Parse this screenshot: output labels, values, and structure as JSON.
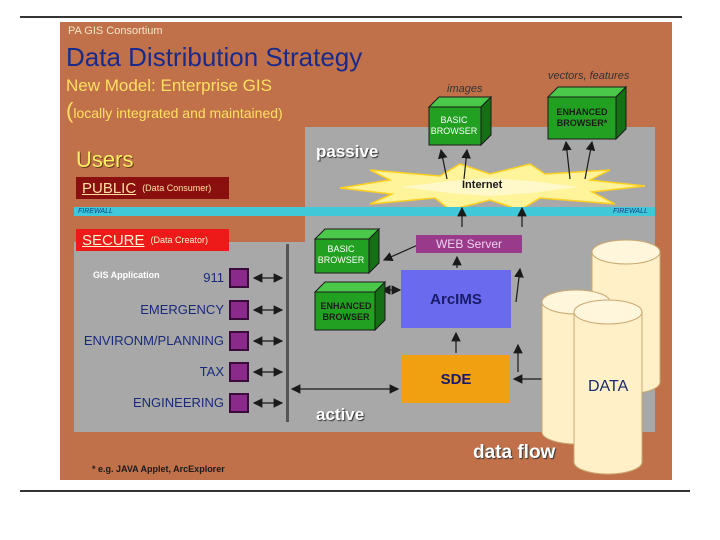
{
  "org": "PA GIS Consortium",
  "title": "Data Distribution Strategy",
  "subtitle1": "New Model: Enterprise GIS",
  "subtitle2_paren": "(",
  "subtitle2_rest": "locally integrated and maintained)",
  "users_heading": "Users",
  "public": {
    "label": "PUBLIC",
    "role": "(Data Consumer)"
  },
  "secure": {
    "label": "SECURE",
    "role": "(Data Creator)"
  },
  "firewall_label": "FIREWALL",
  "gis_app_label": "GIS Application",
  "apps": [
    "911",
    "EMERGENCY",
    "ENVIRONM/PLANNING",
    "TAX",
    "ENGINEERING"
  ],
  "passive_label": "passive",
  "active_label": "active",
  "data_flow_label": "data flow",
  "images_caption": "images",
  "vectors_caption": "vectors, features",
  "top_basic_browser": "BASIC BROWSER",
  "top_enhanced_browser": "ENHANCED BROWSER*",
  "internet_label": "Internet",
  "web_server": "WEB Server",
  "mid_basic_browser": "BASIC BROWSER",
  "mid_enhanced_browser": "ENHANCED BROWSER",
  "arcims": "ArcIMS",
  "sde": "SDE",
  "data_label": "DATA",
  "footnote": "* e.g. JAVA Applet, ArcExplorer",
  "colors": {
    "slide_bg": "#c0714a",
    "panel_gray": "#a8a8a8",
    "cube_green": "#22a022",
    "firewall_cyan": "#40c8d8",
    "arcims_blue": "#6a6aee",
    "sde_orange": "#f0a010",
    "data_cream": "#fff0c8"
  }
}
